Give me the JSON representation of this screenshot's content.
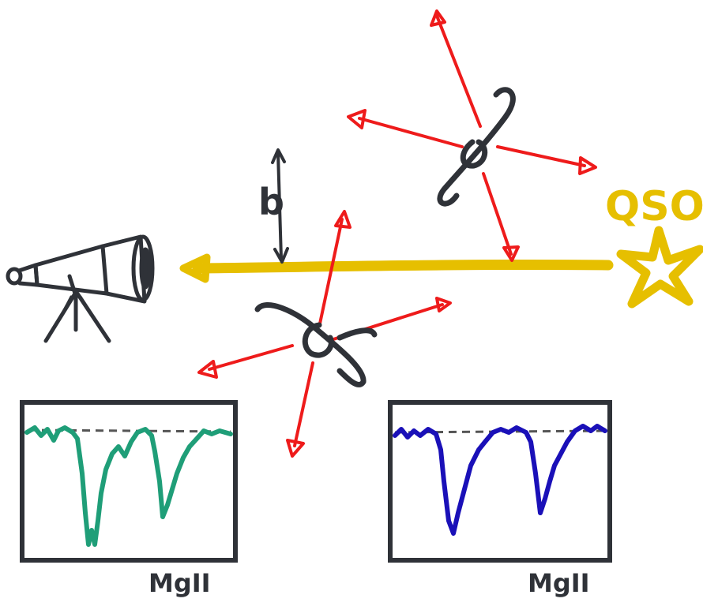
{
  "labels": {
    "source": "QSO",
    "impact_parameter": "b",
    "left_spectrum_line": "MgII",
    "right_spectrum_line": "MgII"
  },
  "colors": {
    "sightline": "#e6bf00",
    "outflow_arrows": "#ee1b1b",
    "ink": "#2f3238",
    "left_spectrum": "#1f9e78",
    "right_spectrum": "#1a10b8",
    "continuum_dash": "#555555"
  },
  "icons": [
    "telescope-icon",
    "qso-star-icon",
    "galaxy-icon"
  ]
}
